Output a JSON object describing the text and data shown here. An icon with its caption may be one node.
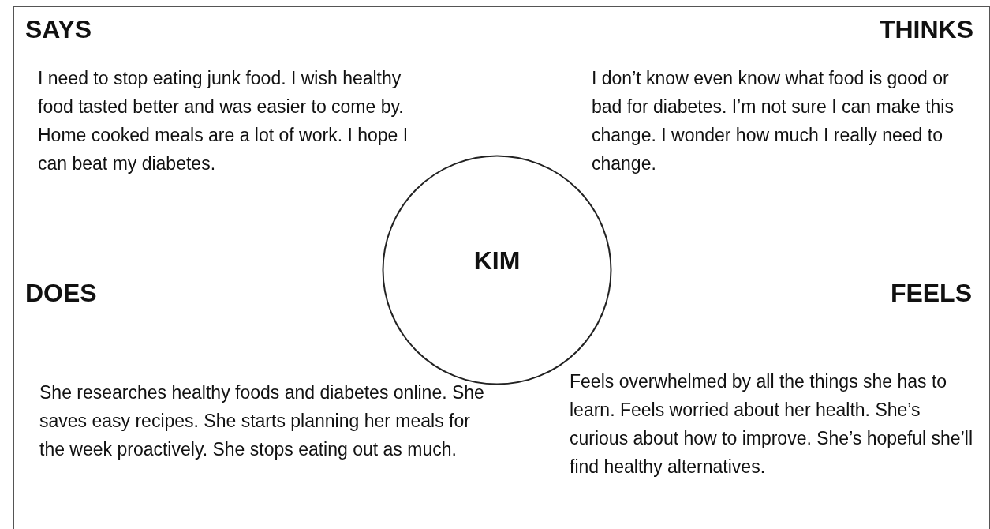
{
  "diagram": {
    "nodes": [
      {
        "text": [
          "SAYS",
          "I need to stop eating junk food. I wish healthy food tasted better and was easier to come by. Home cooked meals are a lot of work. I hope I can beat my diabetes."
        ]
      },
      {
        "text": [
          "THINKS",
          "I don’t know even know what food is good or bad for diabetes. I’m not sure I can make this change. I wonder how much I really need to change."
        ]
      },
      {
        "text": [
          "KIM"
        ]
      },
      {
        "text": [
          "DOES",
          "She researches healthy foods and diabetes online. She saves easy recipes. She starts planning her meals for the week proactively. She stops eating out as much."
        ]
      },
      {
        "text": [
          "FEELS",
          "Feels overwhelmed by all the things she has to learn. Feels worried about her health. She’s curious about how to improve. She’s hopeful she’ll find healthy alternatives."
        ]
      }
    ]
  }
}
